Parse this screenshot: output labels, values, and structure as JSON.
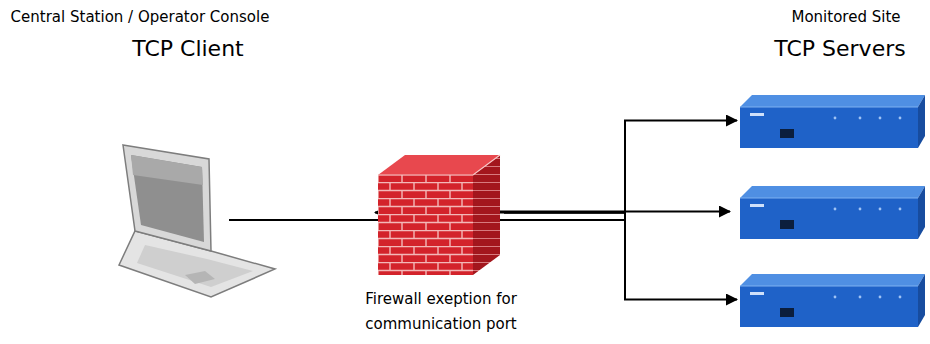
{
  "diagram": {
    "nodes": [
      {
        "text": []
      },
      {
        "text": [
          "Firewall exeption for communication port"
        ]
      },
      {
        "text": []
      },
      {
        "text": []
      },
      {
        "text": []
      }
    ],
    "edges": [
      {
        "from": 0,
        "to": 1,
        "arrow": "to"
      },
      {
        "from": 1,
        "to": 2,
        "arrow": "to"
      },
      {
        "from": 1,
        "to": 3,
        "arrow": "to"
      },
      {
        "from": 1,
        "to": 4,
        "arrow": "to"
      }
    ],
    "labels": [
      "Central Station / Operator Console",
      "TCP Client",
      "Monitored Site",
      "TCP Servers"
    ]
  }
}
